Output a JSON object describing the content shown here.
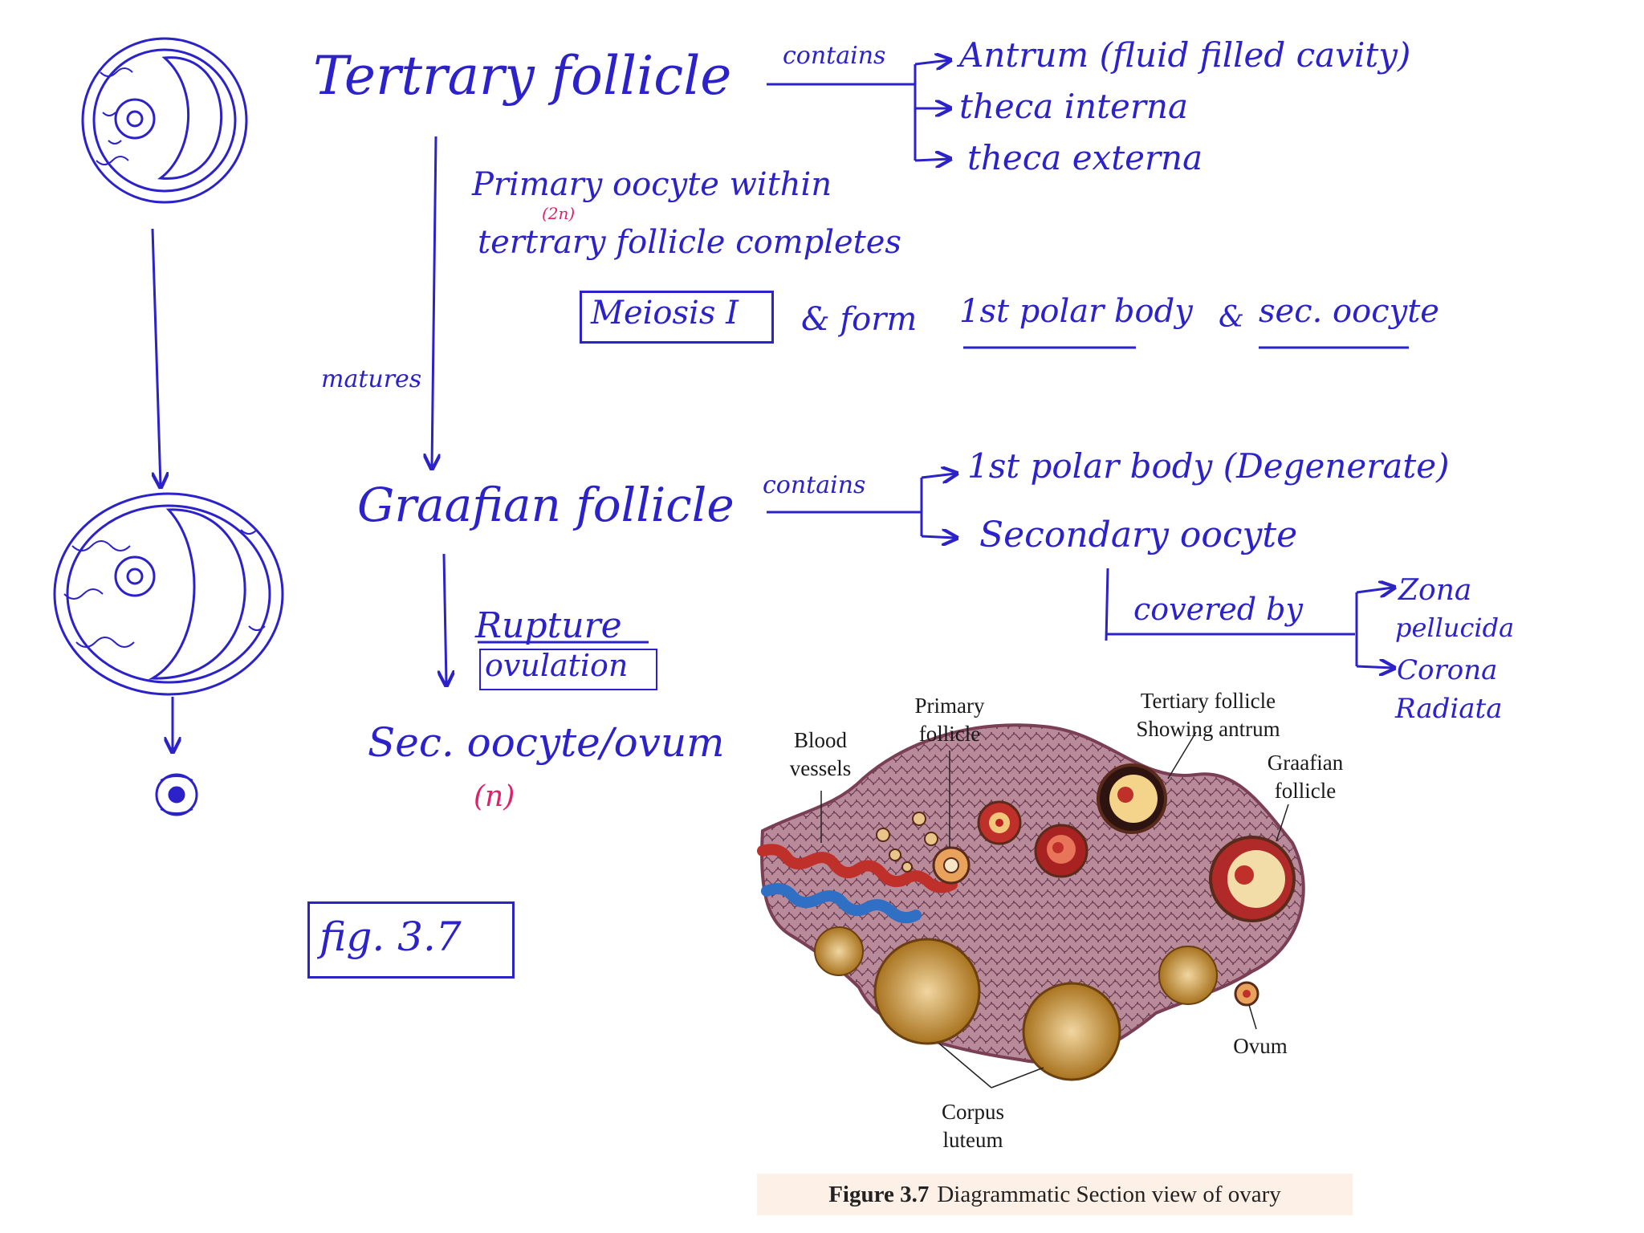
{
  "notes": {
    "tertiary_follicle": "Tertrary follicle",
    "contains_1": "contains",
    "antrum": "Antrum (fluid filled cavity)",
    "theca_interna": "theca interna",
    "theca_externa": "theca externa",
    "primary_oocyte_line1": "Primary oocyte within",
    "ploidy_2n": "(2n)",
    "primary_oocyte_line2": "tertrary follicle completes",
    "meiosis": "Meiosis I",
    "form_text": "& form",
    "first_polar_body": "1st polar body",
    "and_text": "&",
    "sec_oocyte": "sec. oocyte",
    "matures": "matures",
    "graafian_follicle": "Graafian follicle",
    "contains_2": "contains",
    "polar_body_degenerate": "1st polar body (Degenerate)",
    "secondary_oocyte": "Secondary oocyte",
    "covered_by": "covered by",
    "zona": "Zona",
    "pellucida": "pellucida",
    "corona": "Corona",
    "radiata": "Radiata",
    "rupture": "Rupture",
    "ovulation": "ovulation",
    "sec_oocyte_ovum": "Sec. oocyte/ovum",
    "ploidy_n": "(n)",
    "fig_ref": "fig. 3.7"
  },
  "figure": {
    "labels": {
      "blood_vessels_1": "Blood",
      "blood_vessels_2": "vessels",
      "primary_follicle_1": "Primary",
      "primary_follicle_2": "follicle",
      "tertiary_follicle_1": "Tertiary follicle",
      "tertiary_follicle_2": "Showing antrum",
      "graafian_1": "Graafian",
      "graafian_2": "follicle",
      "ovum": "Ovum",
      "corpus_1": "Corpus",
      "corpus_2": "luteum"
    },
    "caption_number": "Figure 3.7",
    "caption_text": "Diagrammatic Section view of ovary"
  },
  "colors": {
    "ink_blue": "#2b22c9",
    "ink_red": "#e0206a",
    "ovary_tissue": "#b88a9a",
    "follicle_red": "#c0302a",
    "corpus_luteum": "#c8962e",
    "vessel_blue": "#2f6fc4",
    "caption_bg": "#fdf0e6"
  }
}
